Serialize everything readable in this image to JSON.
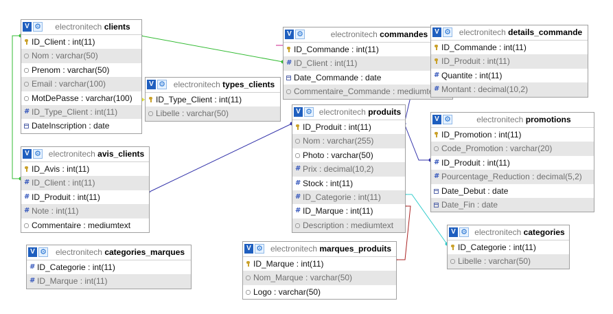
{
  "db_name": "electronitech",
  "colors": {
    "db_icon": "#1f5fbf",
    "link_green": "#33bb33",
    "link_blue": "#3333aa",
    "link_cyan": "#33cccc",
    "link_red": "#aa2222",
    "link_yellow": "#dddd33",
    "link_magenta": "#cc2288",
    "alt_row": "#e6e6e6"
  },
  "header_icons": {
    "db": "V",
    "table": "gear-icon"
  },
  "tables": {
    "clients": {
      "name": "clients",
      "columns": [
        {
          "label": "ID_Client : int(11)",
          "icon": "key-icon"
        },
        {
          "label": "Nom : varchar(50)",
          "icon": "text-icon"
        },
        {
          "label": "Prenom : varchar(50)",
          "icon": "text-icon"
        },
        {
          "label": "Email : varchar(100)",
          "icon": "text-icon"
        },
        {
          "label": "MotDePasse : varchar(100)",
          "icon": "text-icon"
        },
        {
          "label": "ID_Type_Client : int(11)",
          "icon": "hash-icon"
        },
        {
          "label": "DateInscription : date",
          "icon": "calendar-icon"
        }
      ]
    },
    "types_clients": {
      "name": "types_clients",
      "columns": [
        {
          "label": "ID_Type_Client : int(11)",
          "icon": "key-icon"
        },
        {
          "label": "Libelle : varchar(50)",
          "icon": "text-icon"
        }
      ]
    },
    "commandes": {
      "name": "commandes",
      "columns": [
        {
          "label": "ID_Commande : int(11)",
          "icon": "key-icon"
        },
        {
          "label": "ID_Client : int(11)",
          "icon": "hash-icon"
        },
        {
          "label": "Date_Commande : date",
          "icon": "calendar-icon"
        },
        {
          "label": "Commentaire_Commande : mediumtext",
          "icon": "text-icon"
        }
      ]
    },
    "details_commande": {
      "name": "details_commande",
      "columns": [
        {
          "label": "ID_Commande : int(11)",
          "icon": "key-icon"
        },
        {
          "label": "ID_Produit : int(11)",
          "icon": "key-icon"
        },
        {
          "label": "Quantite : int(11)",
          "icon": "hash-icon"
        },
        {
          "label": "Montant : decimal(10,2)",
          "icon": "hash-icon"
        }
      ]
    },
    "avis_clients": {
      "name": "avis_clients",
      "columns": [
        {
          "label": "ID_Avis : int(11)",
          "icon": "key-icon"
        },
        {
          "label": "ID_Client : int(11)",
          "icon": "hash-icon"
        },
        {
          "label": "ID_Produit : int(11)",
          "icon": "hash-icon"
        },
        {
          "label": "Note : int(11)",
          "icon": "hash-icon"
        },
        {
          "label": "Commentaire : mediumtext",
          "icon": "text-icon"
        }
      ]
    },
    "produits": {
      "name": "produits",
      "columns": [
        {
          "label": "ID_Produit : int(11)",
          "icon": "key-icon"
        },
        {
          "label": "Nom : varchar(255)",
          "icon": "text-icon"
        },
        {
          "label": "Photo : varchar(50)",
          "icon": "text-icon"
        },
        {
          "label": "Prix : decimal(10,2)",
          "icon": "hash-icon"
        },
        {
          "label": "Stock : int(11)",
          "icon": "hash-icon"
        },
        {
          "label": "ID_Categorie : int(11)",
          "icon": "hash-icon"
        },
        {
          "label": "ID_Marque : int(11)",
          "icon": "hash-icon"
        },
        {
          "label": "Description : mediumtext",
          "icon": "text-icon"
        }
      ]
    },
    "promotions": {
      "name": "promotions",
      "columns": [
        {
          "label": "ID_Promotion : int(11)",
          "icon": "key-icon"
        },
        {
          "label": "Code_Promotion : varchar(20)",
          "icon": "text-icon"
        },
        {
          "label": "ID_Produit : int(11)",
          "icon": "hash-icon"
        },
        {
          "label": "Pourcentage_Reduction : decimal(5,2)",
          "icon": "hash-icon"
        },
        {
          "label": "Date_Debut : date",
          "icon": "calendar-icon"
        },
        {
          "label": "Date_Fin : date",
          "icon": "calendar-icon"
        }
      ]
    },
    "categories": {
      "name": "categories",
      "columns": [
        {
          "label": "ID_Categorie : int(11)",
          "icon": "key-icon"
        },
        {
          "label": "Libelle : varchar(50)",
          "icon": "text-icon"
        }
      ]
    },
    "categories_marques": {
      "name": "categories_marques",
      "columns": [
        {
          "label": "ID_Categorie : int(11)",
          "icon": "hash-icon"
        },
        {
          "label": "ID_Marque : int(11)",
          "icon": "hash-icon"
        }
      ]
    },
    "marques_produits": {
      "name": "marques_produits",
      "columns": [
        {
          "label": "ID_Marque : int(11)",
          "icon": "key-icon"
        },
        {
          "label": "Nom_Marque : varchar(50)",
          "icon": "text-icon"
        },
        {
          "label": "Logo : varchar(50)",
          "icon": "text-icon"
        }
      ]
    }
  },
  "relations": [
    {
      "from": "commandes.ID_Client",
      "to": "clients.ID_Client",
      "color": "#33bb33"
    },
    {
      "from": "clients.ID_Type_Client",
      "to": "types_clients.ID_Type_Client",
      "color": "#dddd33"
    },
    {
      "from": "avis_clients.ID_Client",
      "to": "clients.ID_Client",
      "color": "#33bb33"
    },
    {
      "from": "avis_clients.ID_Produit",
      "to": "produits.ID_Produit",
      "color": "#3333aa"
    },
    {
      "from": "details_commande.ID_Produit",
      "to": "produits.ID_Produit",
      "color": "#3333aa"
    },
    {
      "from": "promotions.ID_Produit",
      "to": "produits.ID_Produit",
      "color": "#3333aa"
    },
    {
      "from": "produits.ID_Categorie",
      "to": "categories.ID_Categorie",
      "color": "#33cccc"
    },
    {
      "from": "produits.ID_Marque",
      "to": "marques_produits.ID_Marque",
      "color": "#aa2222"
    },
    {
      "from": "details_commande.ID_Commande",
      "to": "commandes.ID_Commande",
      "color": "#cc2288"
    }
  ]
}
